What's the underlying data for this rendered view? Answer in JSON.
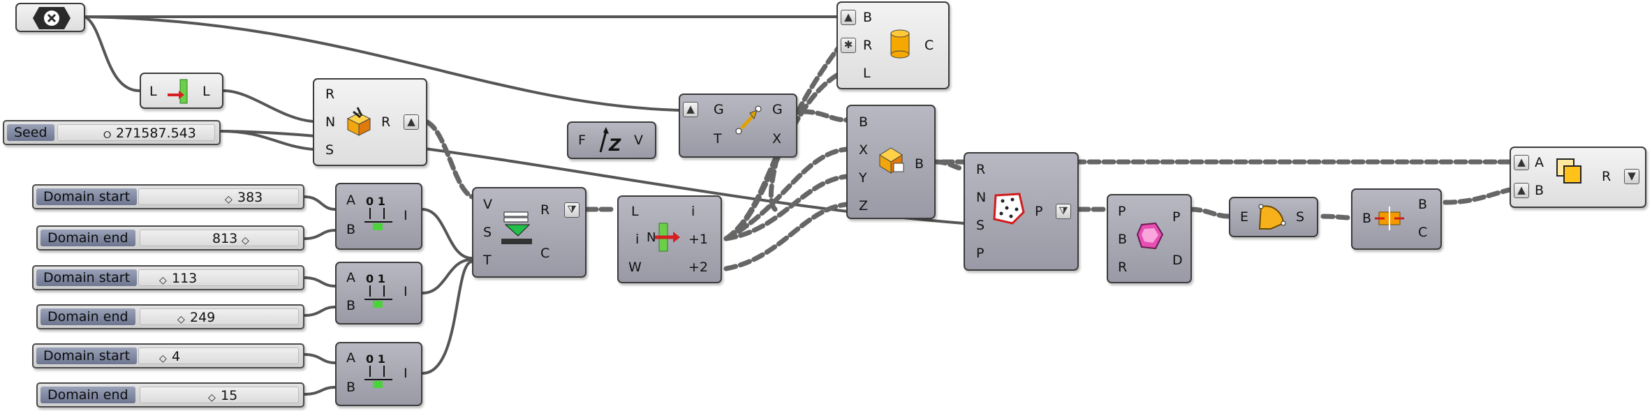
{
  "toggle_icon": "close-x-icon",
  "list_item": {
    "in": "L",
    "out": "L",
    "icon": "list-item-icon"
  },
  "random": {
    "inputs": [
      "R",
      "N",
      "S"
    ],
    "output": "R",
    "icon": "random-icon"
  },
  "seed_slider": {
    "name": "Seed",
    "value": "271587.543"
  },
  "sliders": [
    {
      "name": "Domain start",
      "value": "383"
    },
    {
      "name": "Domain end",
      "value": "813"
    },
    {
      "name": "Domain start",
      "value": "113"
    },
    {
      "name": "Domain end",
      "value": "249"
    },
    {
      "name": "Domain start",
      "value": "4"
    },
    {
      "name": "Domain end",
      "value": "15"
    }
  ],
  "construct_domain": {
    "inputs": [
      "A",
      "B"
    ],
    "output": "I",
    "icon": "domain-icon"
  },
  "cylinder": {
    "inputs": [
      "B",
      "R",
      "L"
    ],
    "output": "C",
    "icon": "cylinder-icon"
  },
  "unit_z": {
    "input": "F",
    "output": "V",
    "icon": "unit-z-icon"
  },
  "move": {
    "inputs": [
      "G",
      "T"
    ],
    "outputs": [
      "G",
      "X"
    ],
    "icon": "move-icon"
  },
  "populate": {
    "inputs": [
      "V",
      "S",
      "T"
    ],
    "outputs": [
      "R",
      "C"
    ],
    "icon": "sift-icon"
  },
  "shift_list": {
    "inputs": [
      "L",
      "i",
      "W"
    ],
    "outputs": [
      "i",
      "+1",
      "+2"
    ],
    "icon": "shift-list-icon"
  },
  "box": {
    "inputs": [
      "B",
      "X",
      "Y",
      "Z"
    ],
    "output": "B",
    "icon": "box-icon"
  },
  "populate_geom": {
    "inputs": [
      "R",
      "N",
      "S",
      "P"
    ],
    "output": "P",
    "icon": "populate-geometry-icon"
  },
  "voronoi": {
    "inputs": [
      "P",
      "B",
      "R"
    ],
    "outputs": [
      "P",
      "D"
    ],
    "icon": "gem-icon"
  },
  "deconstruct_brep": {
    "input": "E",
    "output": "S",
    "icon": "surface-icon"
  },
  "brep_split": {
    "input": "B",
    "outputs": [
      "B",
      "C"
    ],
    "icon": "split-icon"
  },
  "solid_union": {
    "inputs": [
      "A",
      "B"
    ],
    "output": "R",
    "icon": "union-icon"
  }
}
